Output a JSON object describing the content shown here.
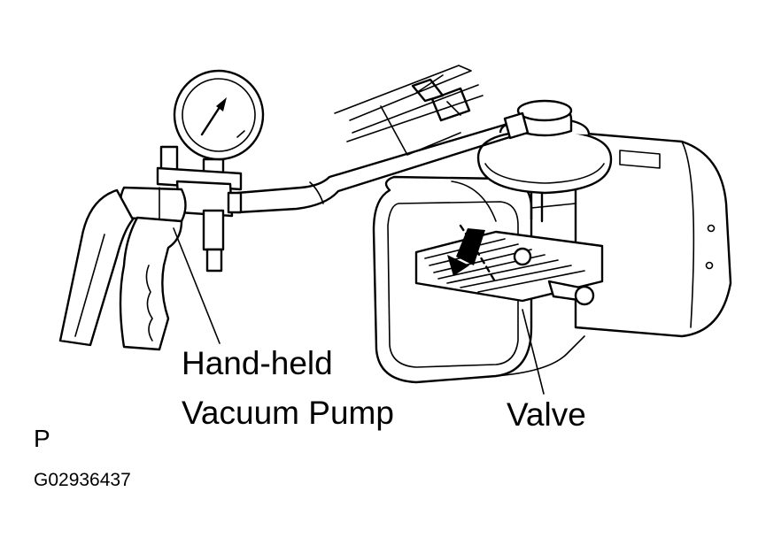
{
  "labels": {
    "pump_line1": "Hand-held",
    "pump_line2": "Vacuum Pump",
    "valve": "Valve",
    "view_marker": "P",
    "figure_code": "G02936437"
  }
}
